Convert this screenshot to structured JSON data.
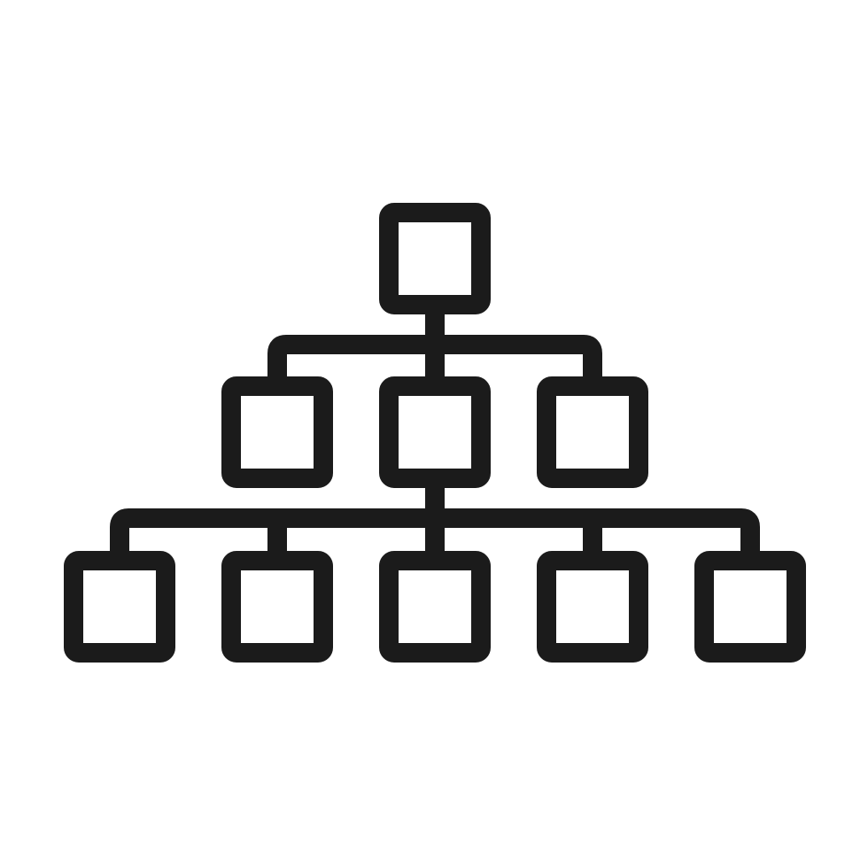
{
  "icon": {
    "name": "hierarchy-tree-icon",
    "stroke_color": "#1b1b1b",
    "background_color": "#ffffff"
  },
  "hierarchy": {
    "levels": [
      {
        "level": 1,
        "node_count": 1
      },
      {
        "level": 2,
        "node_count": 3
      },
      {
        "level": 3,
        "node_count": 5
      }
    ]
  }
}
